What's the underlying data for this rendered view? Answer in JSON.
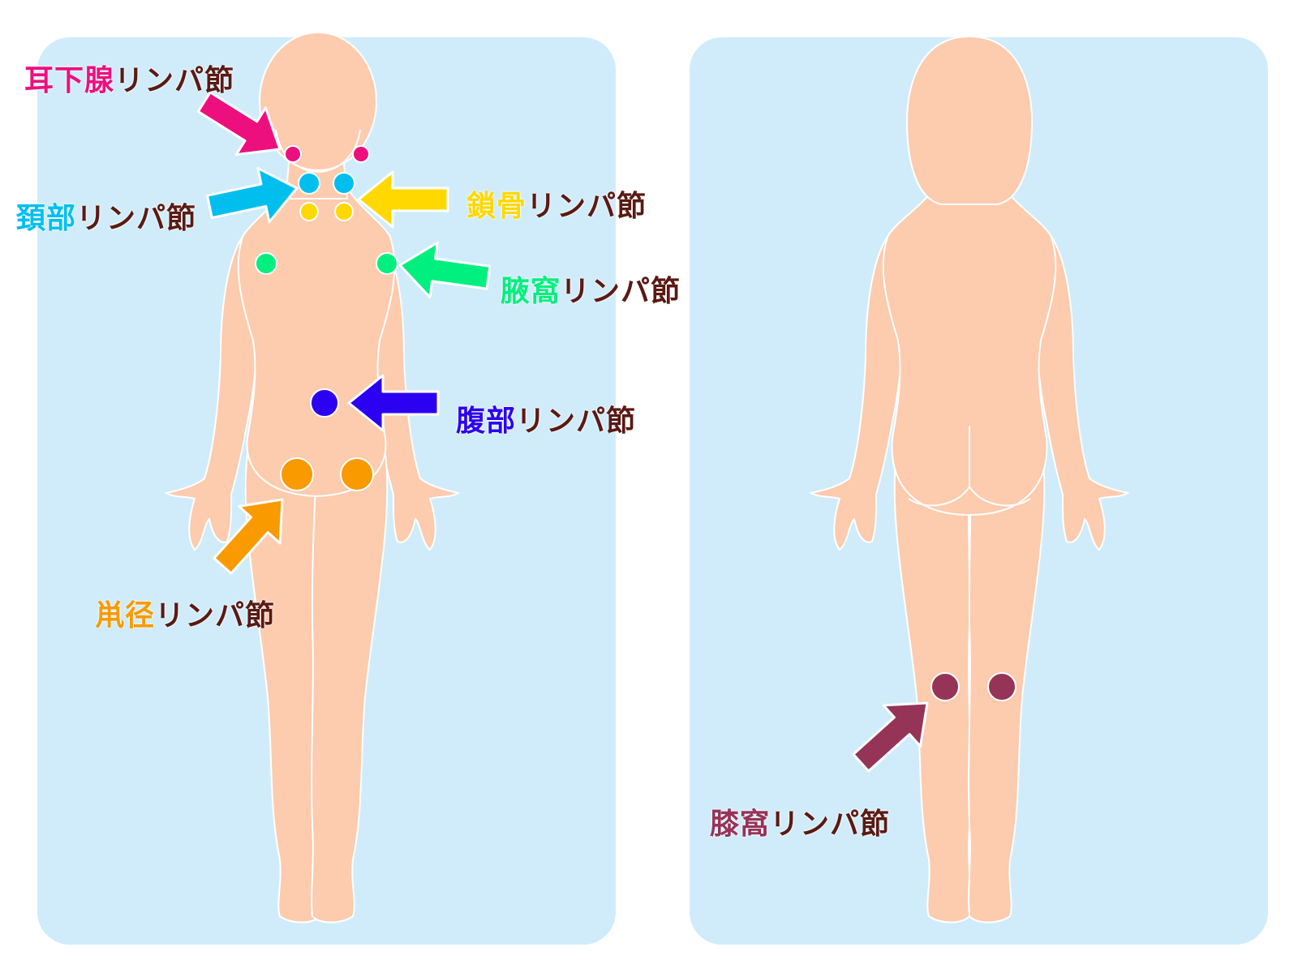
{
  "colors": {
    "panel_bg": "#d0ecfb",
    "skin": "#fdcbae",
    "skin_outline": "#ffffff",
    "label_suffix": "#5a1a14",
    "parotid": "#ee0f7f",
    "cervical": "#00bfef",
    "clavicle": "#ffd800",
    "axillary": "#00ef7e",
    "abdominal": "#2c00f0",
    "inguinal": "#f89a00",
    "popliteal": "#963458"
  },
  "labels": {
    "suffix": "リンパ節",
    "parotid": "耳下腺",
    "cervical": "頚部",
    "clavicle": "鎖骨",
    "axillary": "腋窩",
    "abdominal": "腹部",
    "inguinal": "鼡径",
    "popliteal": "膝窩"
  }
}
